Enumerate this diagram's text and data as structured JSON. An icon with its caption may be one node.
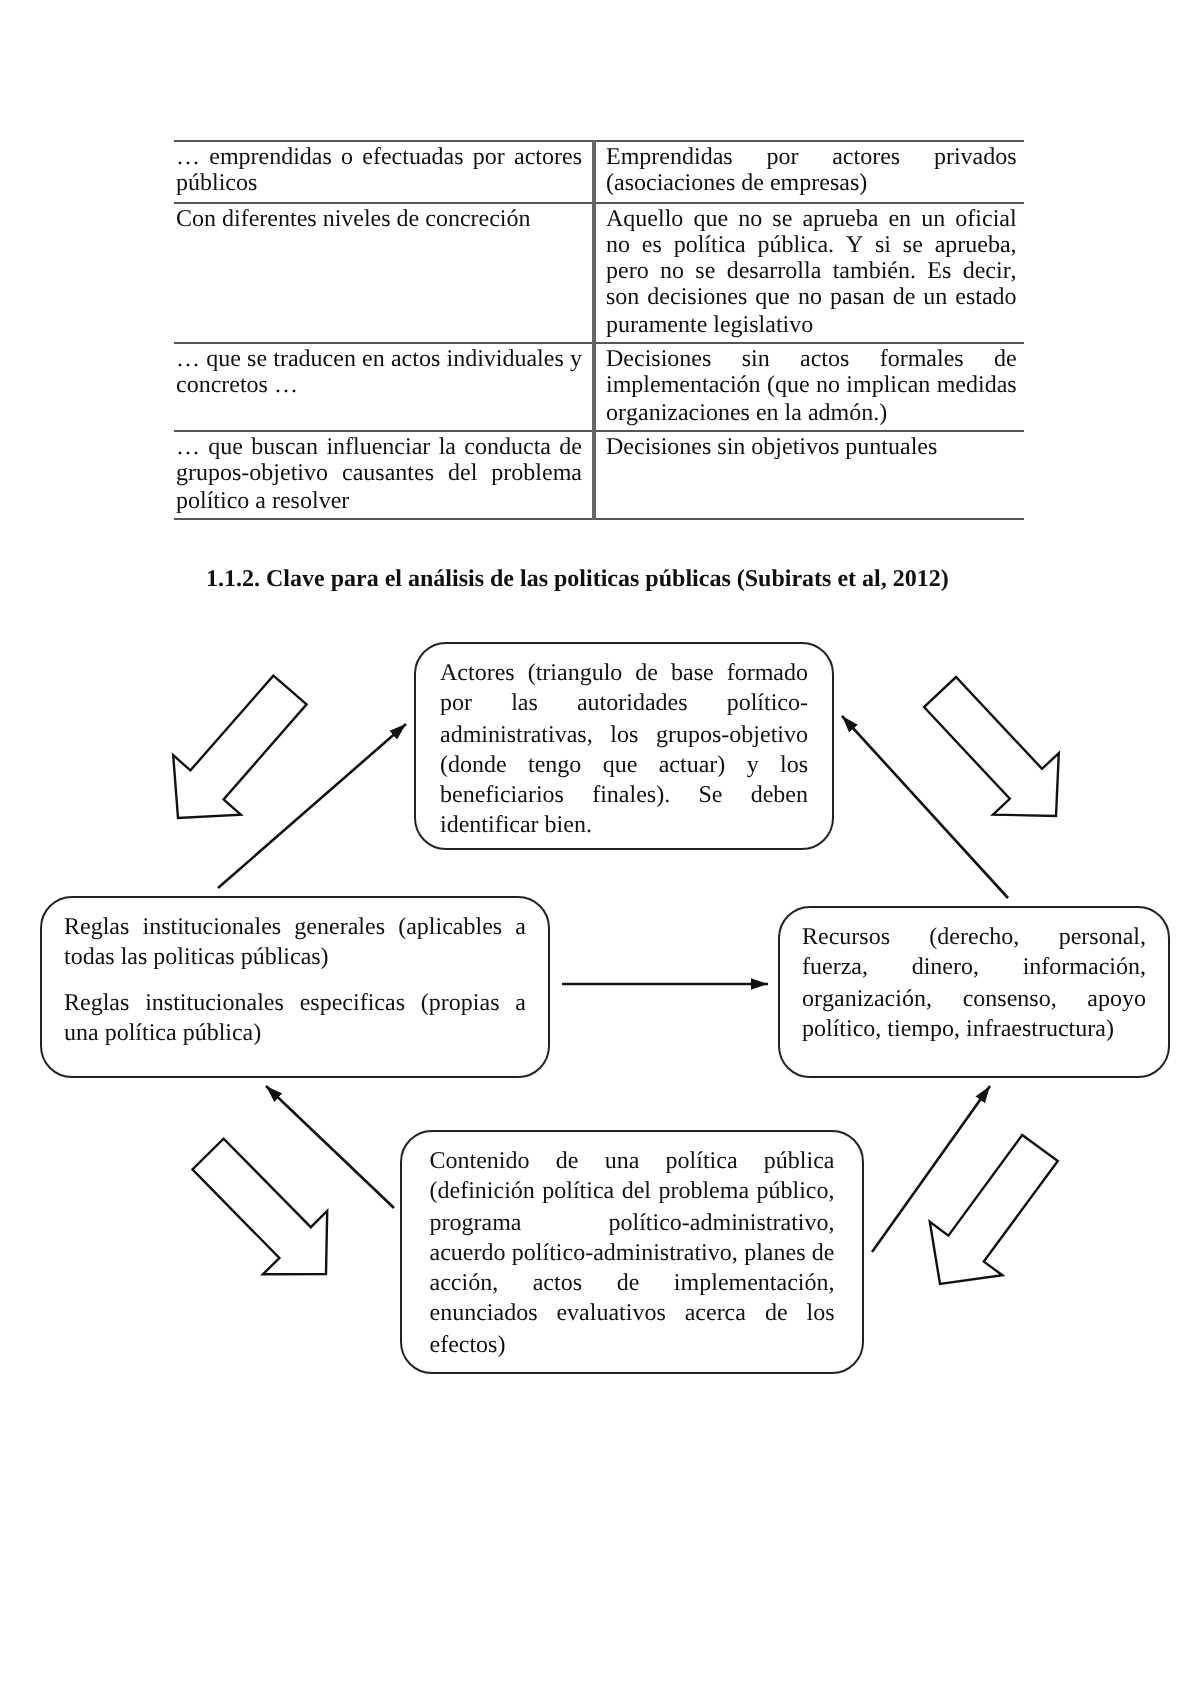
{
  "diagram": {
    "title": "1.1.2. Clave para el análisis de las politicas públicas (Subirats et al, 2012)",
    "nodes": [
      {
        "text": [
          "Actores (triangulo de base formado por las autoridades político-administrativas, los grupos-objetivo (donde tengo que actuar) y los beneficiarios finales). Se deben identificar bien."
        ]
      },
      {
        "text": [
          "Reglas institucionales generales (aplicables a todas las politicas públicas)",
          "Reglas institucionales especificas (propias a una política pública)"
        ]
      },
      {
        "text": [
          "Recursos (derecho, personal, fuerza, dinero, información, organización, consenso, apoyo político, tiempo, infraestructura)"
        ]
      },
      {
        "text": [
          "Contenido de una política pública (definición política del problema público, programa político-administrativo, acuerdo político-administrativo, planes de acción, actos de implementación, enunciados evaluativos acerca de los efectos)"
        ]
      }
    ],
    "edges": [
      {
        "from": 0,
        "to": 1,
        "arrow": "to",
        "style": "thick"
      },
      {
        "from": 0,
        "to": 2,
        "arrow": "to",
        "style": "thick"
      },
      {
        "from": 1,
        "to": 0,
        "arrow": "to"
      },
      {
        "from": 2,
        "to": 0,
        "arrow": "to"
      },
      {
        "from": 1,
        "to": 2,
        "arrow": "to"
      },
      {
        "from": 1,
        "to": 3,
        "arrow": "to",
        "style": "thick"
      },
      {
        "from": 3,
        "to": 1,
        "arrow": "to"
      },
      {
        "from": 3,
        "to": 2,
        "arrow": "to"
      },
      {
        "from": 2,
        "to": 3,
        "arrow": "to",
        "style": "thick"
      }
    ],
    "labels": [
      "… emprendidas o efectuadas por actores públicos",
      "Emprendidas por actores privados (asociaciones de empresas)",
      "Con diferentes niveles de concreción",
      "Aquello que no se aprueba en un oficial no es política pública. Y si se aprueba, pero no se desarrolla también. Es decir, son decisiones que no pasan de un estado puramente legislativo",
      "… que se traducen en actos individuales y concretos …",
      "Decisiones sin actos formales de implementación (que no implican medidas organizaciones en la admón.)",
      "… que buscan influenciar la conducta de grupos-objetivo causantes del problema político a resolver",
      "Decisiones sin objetivos puntuales"
    ]
  }
}
